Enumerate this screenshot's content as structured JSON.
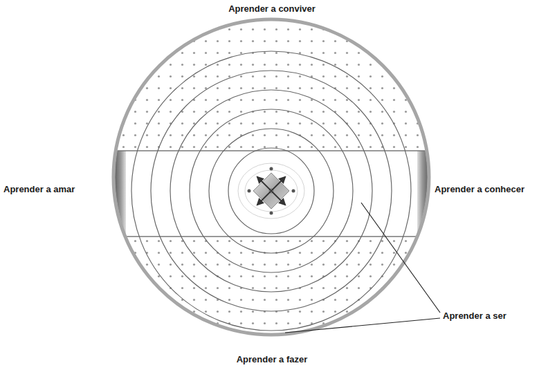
{
  "diagram": {
    "labels": [
      "Aprender a conviver",
      "Aprender a amar",
      "Aprender a conhecer",
      "Aprender a ser",
      "Aprender a fazer"
    ]
  }
}
